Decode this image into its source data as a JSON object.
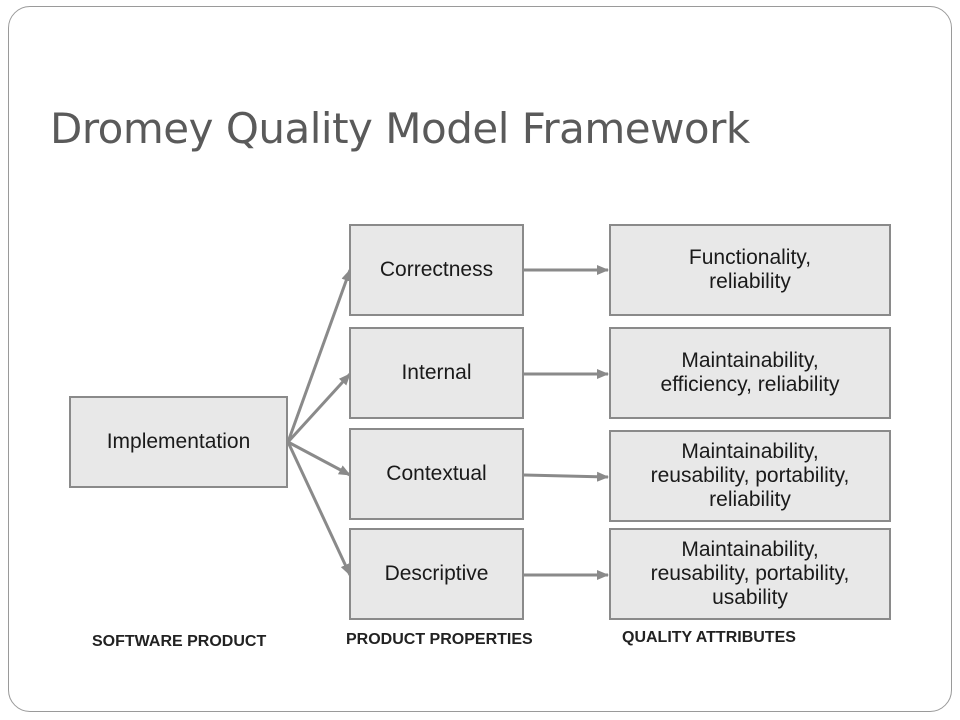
{
  "title": "Dromey Quality Model Framework",
  "source": {
    "label": "Implementation"
  },
  "properties": [
    {
      "label": "Correctness"
    },
    {
      "label": "Internal"
    },
    {
      "label": "Contextual"
    },
    {
      "label": "Descriptive"
    }
  ],
  "attributes": [
    {
      "lines": [
        "Functionality,",
        "reliability"
      ]
    },
    {
      "lines": [
        "Maintainability,",
        "efficiency, reliability"
      ]
    },
    {
      "lines": [
        "Maintainability,",
        "reusability, portability,",
        "reliability"
      ]
    },
    {
      "lines": [
        "Maintainability,",
        "reusability, portability,",
        "usability"
      ]
    }
  ],
  "captions": {
    "software_product": "SOFTWARE PRODUCT",
    "product_properties": "PRODUCT PROPERTIES",
    "quality_attributes": "QUALITY ATTRIBUTES"
  },
  "colors": {
    "box_fill": "#e8e8e8",
    "box_border": "#8a8a8a",
    "arrow": "#8a8a8a",
    "title": "#5a5a5a"
  }
}
